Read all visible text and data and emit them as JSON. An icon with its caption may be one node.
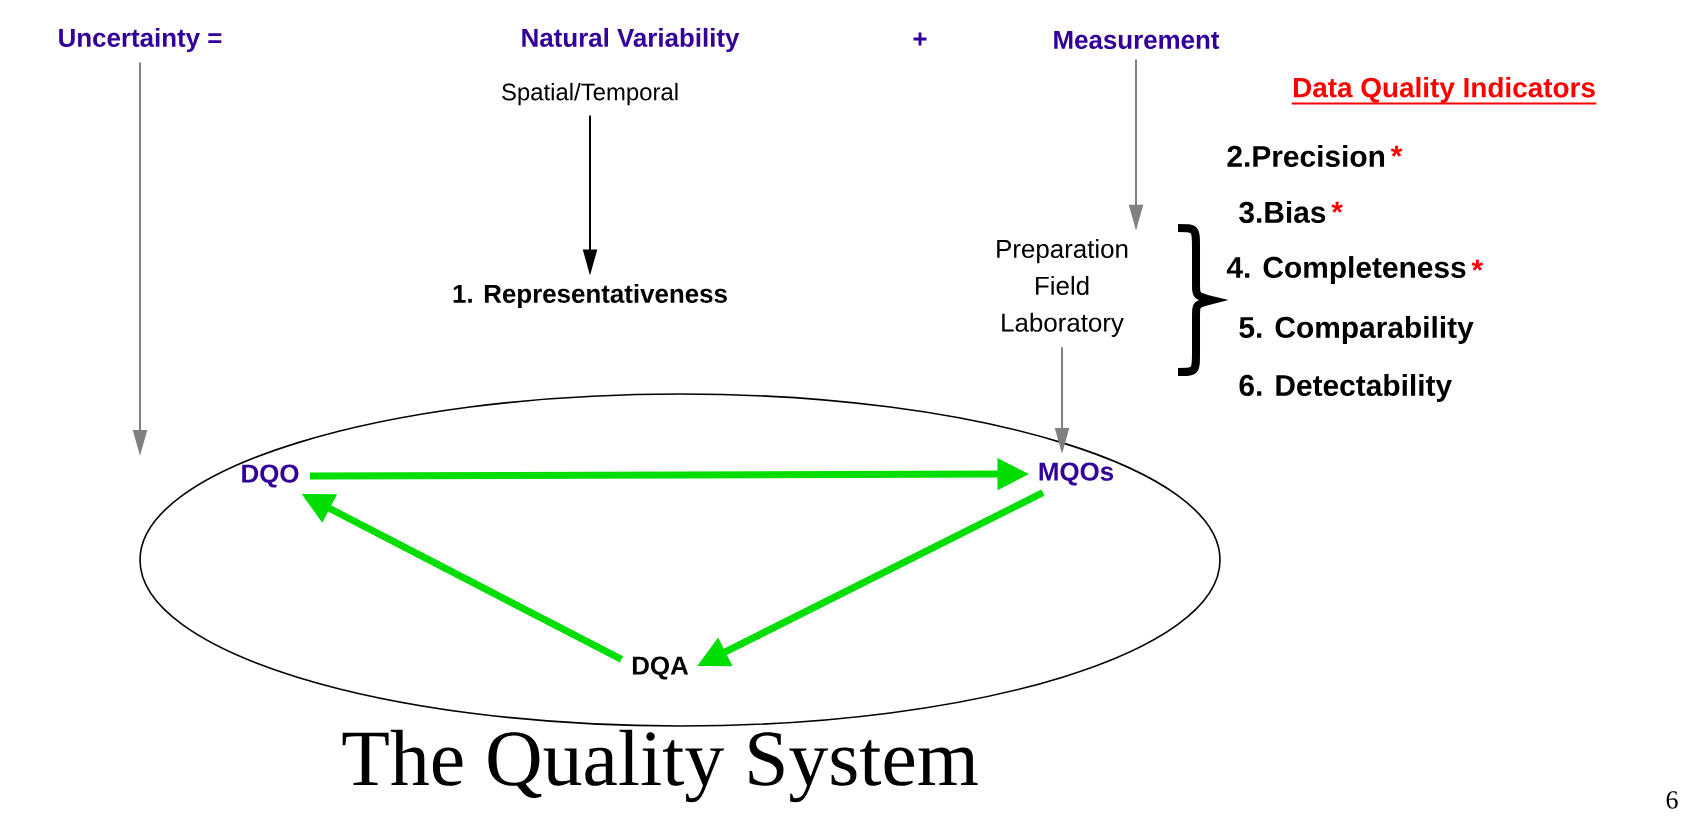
{
  "diagram": {
    "nodes": [
      {
        "text": [
          "The Quality System"
        ]
      },
      {
        "text": [
          "Uncertainty ="
        ]
      },
      {
        "text": [
          "Natural Variability"
        ]
      },
      {
        "text": [
          "Measurement"
        ]
      },
      {
        "text": [
          "Spatial/Temporal"
        ]
      },
      {
        "text": [
          "1. Representativeness"
        ]
      },
      {
        "text": [
          "Preparation Field Laboratory"
        ]
      },
      {
        "text": [
          "DQO"
        ],
        "in": 0
      },
      {
        "text": [
          "MQOs"
        ],
        "in": 0
      },
      {
        "text": [
          "DQA"
        ],
        "in": 0
      }
    ],
    "edges": [
      {
        "from": 1,
        "to": 7,
        "arrow": "to",
        "color": "#808080"
      },
      {
        "from": 4,
        "to": 5,
        "arrow": "to",
        "color": "#000000"
      },
      {
        "from": 3,
        "to": 6,
        "arrow": "to",
        "color": "#808080"
      },
      {
        "from": 6,
        "to": 8,
        "arrow": "to",
        "color": "#808080"
      },
      {
        "from": 7,
        "to": 8,
        "arrow": "to",
        "style": "thick",
        "color": "#00dd00"
      },
      {
        "from": 8,
        "to": 9,
        "arrow": "to",
        "style": "thick",
        "color": "#00dd00"
      },
      {
        "from": 9,
        "to": 7,
        "arrow": "to",
        "style": "thick",
        "color": "#00dd00"
      }
    ],
    "labels": [
      "+",
      "Data Quality Indicators",
      "2.Precision",
      "*",
      "3.Bias",
      "*",
      "4. Completeness",
      "*",
      "5. Comparability",
      "6. Detectability",
      "6"
    ]
  }
}
